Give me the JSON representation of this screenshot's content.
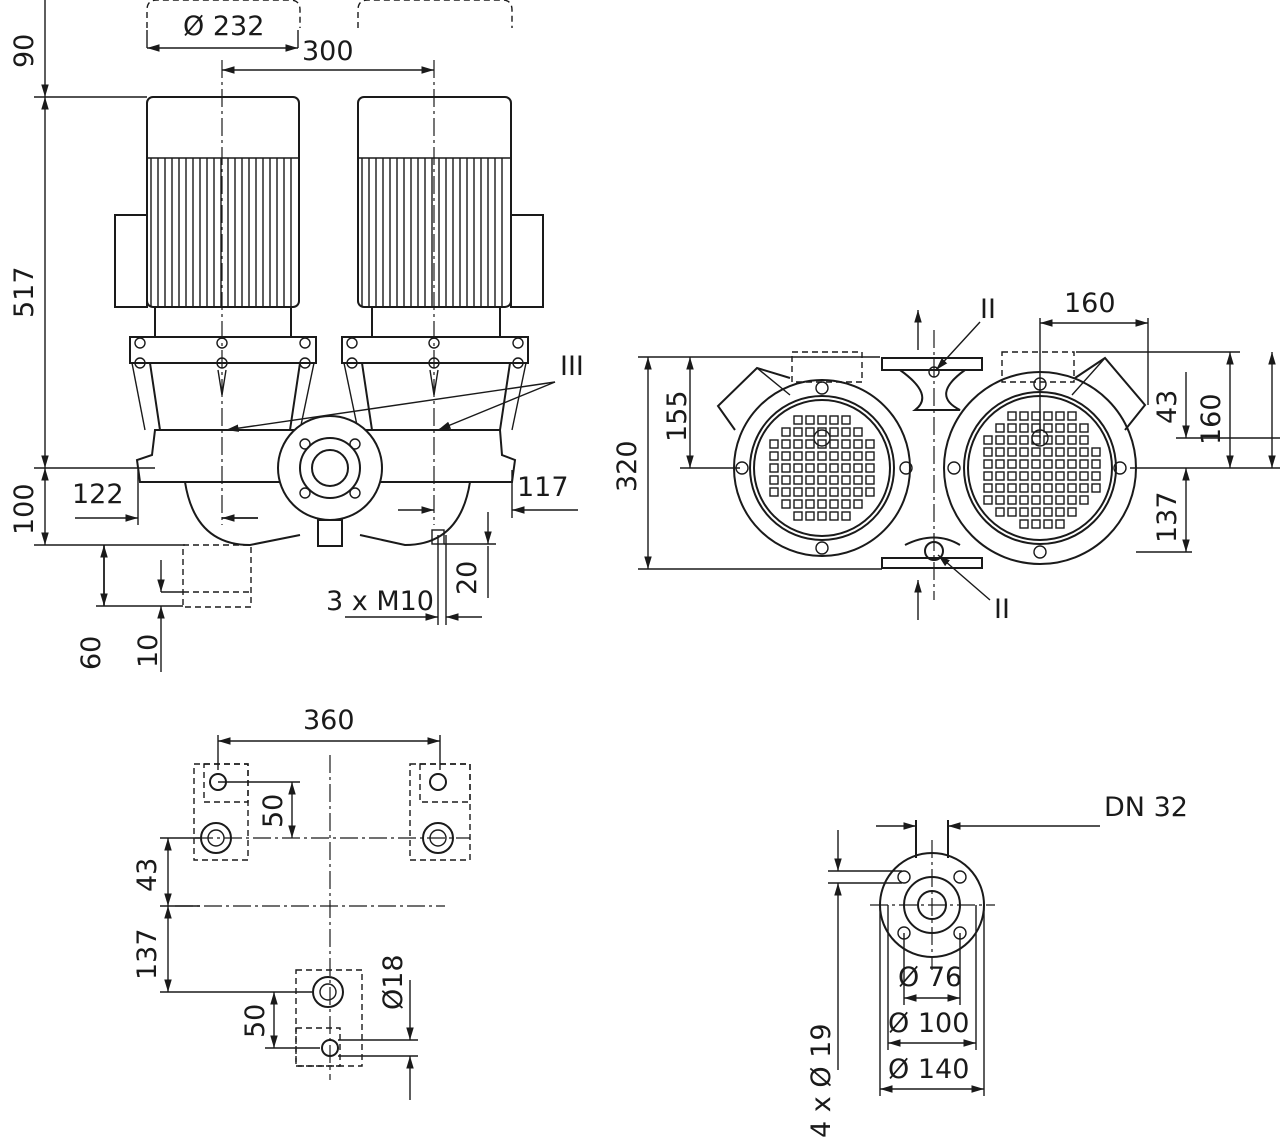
{
  "front_view": {
    "dims": {
      "top": "90",
      "height": "517",
      "bottom": "100",
      "dia": "Ø 232",
      "spacing": "300",
      "left_offset": "122",
      "right_offset": "117",
      "foot_height": "60",
      "foot_gap": "10",
      "drain": "20",
      "thread": "3 x M10"
    },
    "labels": {
      "detail": "III"
    }
  },
  "top_view": {
    "dims": {
      "width": "320",
      "left_half": "155",
      "right_top": "160",
      "inner": "43",
      "inner_low": "137",
      "right_height": "160"
    },
    "labels": {
      "detail_top": "II",
      "detail_bottom": "II"
    }
  },
  "foot_view": {
    "dims": {
      "spacing": "360",
      "upper": "50",
      "mid": "43",
      "lower": "137",
      "lower50": "50",
      "hole": "Ø18"
    }
  },
  "flange_view": {
    "dims": {
      "dn": "DN 32",
      "d76": "Ø 76",
      "d100": "Ø 100",
      "d140": "Ø 140",
      "holes": "4 x Ø 19"
    }
  }
}
